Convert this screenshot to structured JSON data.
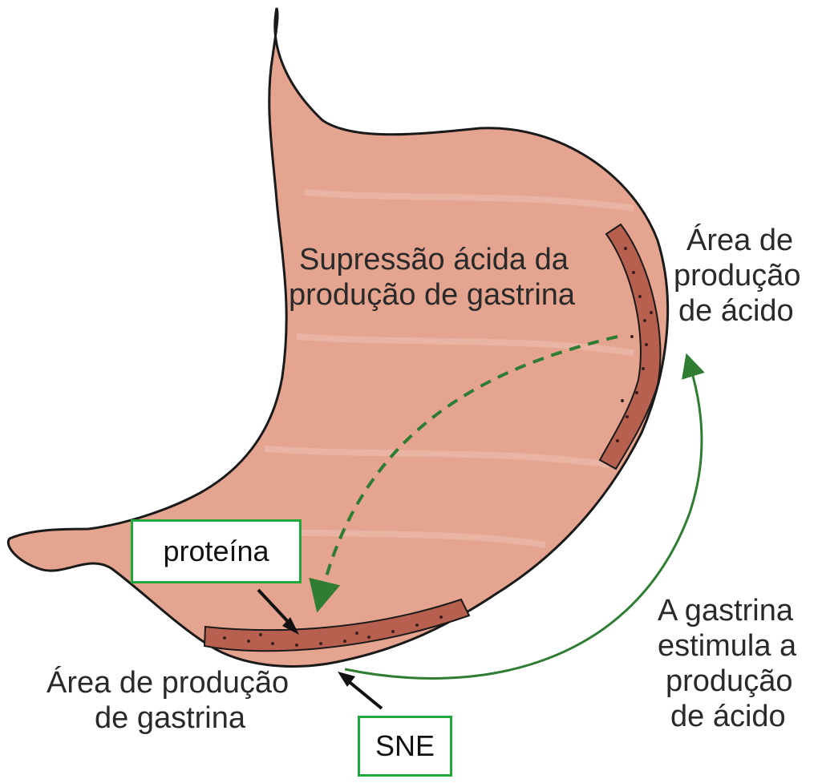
{
  "labels": {
    "supressao_line1": "Supressão ácida da",
    "supressao_line2": "produção de gastrina",
    "acid_area_line1": "Área de",
    "acid_area_line2": "produção",
    "acid_area_line3": "de ácido",
    "gastrin_area_line1": "Área de produção",
    "gastrin_area_line2": "de gastrina",
    "gastrin_stimulates_line1": "A gastrina",
    "gastrin_stimulates_line2": "estimula a",
    "gastrin_stimulates_line3": "produção",
    "gastrin_stimulates_line4": "de ácido"
  },
  "boxes": {
    "proteina": "proteína",
    "sne": "SNE"
  },
  "colors": {
    "stomach_fill": "#e5a48f",
    "stomach_outline": "#1a1a1a",
    "glandular_band": "#b8604f",
    "arrow_green": "#2e7d32",
    "box_border": "#21a83a"
  }
}
